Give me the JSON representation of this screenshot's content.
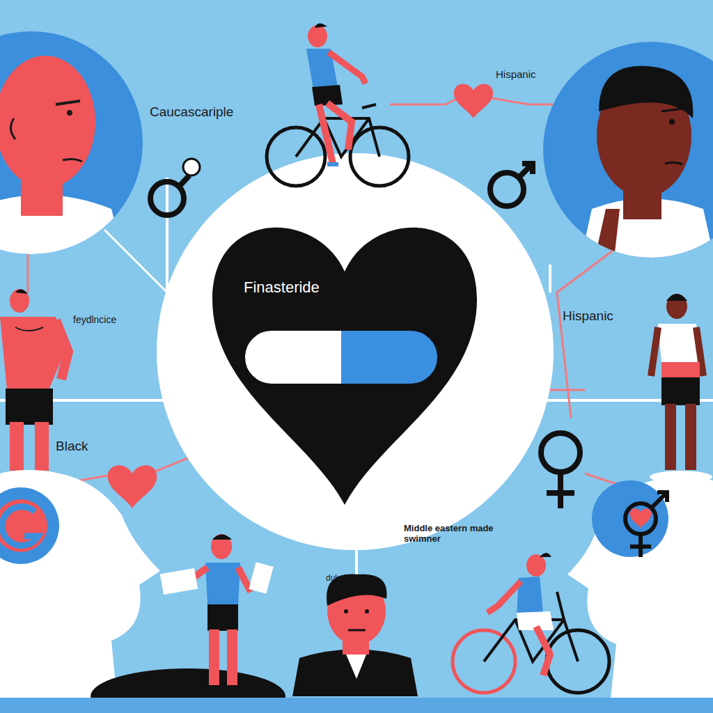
{
  "diagram": {
    "nodes": [
      {
        "text": [
          "Finasteride"
        ]
      }
    ],
    "labels": [
      "Caucascariple",
      "Hispanic",
      "feydlncice",
      "Hispanic",
      "Black",
      "Middle eastern made swimner",
      "dukni"
    ]
  }
}
